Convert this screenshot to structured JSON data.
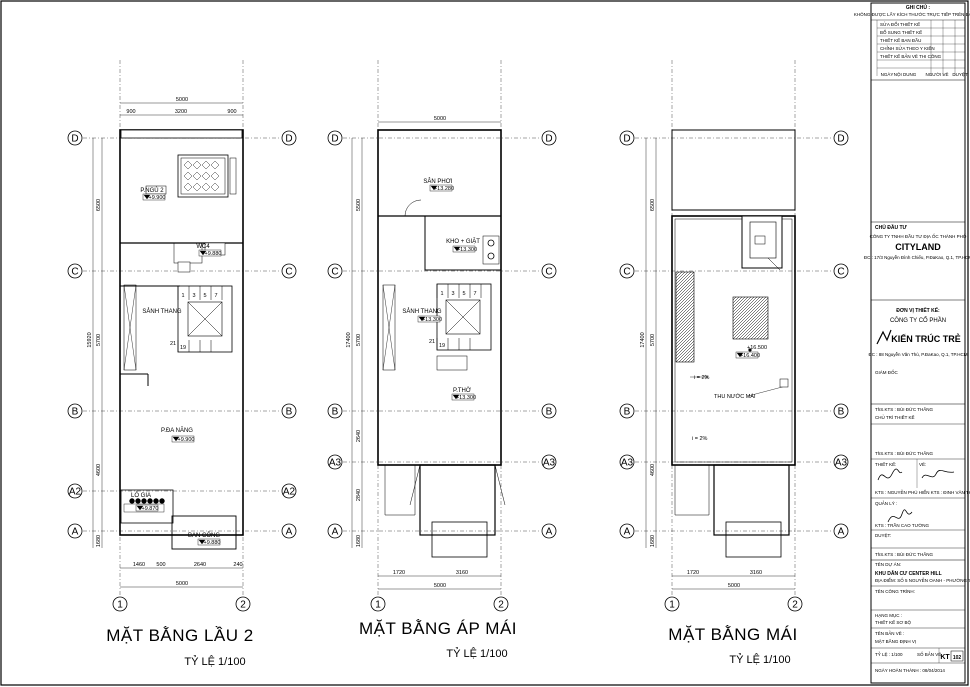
{
  "floor2": {
    "title": "MẶT BẰNG LẦU 2",
    "scale": "TỶ LỆ 1/100",
    "rooms": {
      "bedroom": "P.NGỦ 2",
      "wc": "WC4",
      "stair_hall": "SẢNH THANG",
      "multi": "P.ĐA NĂNG",
      "loggia": "LÔ GIA",
      "balcony": "BAN CÔNG"
    },
    "levels": {
      "bedroom": "+9.900",
      "wc": "+9.880",
      "multi": "+9.900",
      "loggia": "+9.870",
      "balcony": "+9.880"
    },
    "dims_top": [
      "5000",
      "900",
      "3200",
      "900"
    ],
    "dims_left": [
      "6500",
      "5700",
      "15920",
      "4600",
      "1680"
    ],
    "dims_bottom": [
      "1460",
      "500",
      "2640",
      "240",
      "5000"
    ],
    "stair_numbers": [
      "1",
      "3",
      "5",
      "7",
      "21",
      "19"
    ]
  },
  "attic": {
    "title": "MẶT BẰNG ÁP MÁI",
    "scale": "TỶ LỆ 1/100",
    "rooms": {
      "drying": "SÂN PHƠI",
      "storage": "KHO + GIẶT",
      "stair_hall": "SẢNH THANG",
      "worship": "P.THỜ"
    },
    "levels": {
      "drying": "+13.280",
      "storage": "+13.300",
      "stair_hall": "+13.300",
      "worship": "+13.300"
    },
    "dims_top": [
      "5000"
    ],
    "dims_left": [
      "5500",
      "17400",
      "5700",
      "2640",
      "2840",
      "1680"
    ],
    "dims_bottom": [
      "1720",
      "3160",
      "5000"
    ],
    "stair_numbers": [
      "1",
      "3",
      "5",
      "7",
      "21",
      "19"
    ]
  },
  "roof": {
    "title": "MẶT BẰNG MÁI",
    "scale": "TỶ LỆ 1/100",
    "level": "+16.500",
    "level_tag": "+16.400",
    "slope1": "i = 2%",
    "slope2": "i = 2%",
    "drain": "THU NƯỚC MÁI",
    "dims_left": [
      "6500",
      "17400",
      "5700",
      "4600",
      "1680"
    ],
    "dims_bottom": [
      "1720",
      "3160",
      "5000"
    ]
  },
  "axes": {
    "rows": [
      "D",
      "C",
      "B",
      "A3",
      "A2",
      "A"
    ],
    "cols": [
      "1",
      "2"
    ]
  },
  "titleblock": {
    "notes_label": "GHI CHÚ :",
    "notes_text": "KHÔNG ĐƯỢC LẤY KÍCH THƯỚC TRỰC TIẾP TRÊN BẢN VẼ",
    "rev_headers": [
      "NGÀY",
      "NỘI DUNG",
      "NGƯỜI VẼ",
      "DUYỆT"
    ],
    "rev_rows": [
      "SỬA ĐỔI THIẾT KẾ",
      "BỔ SUNG THIẾT KẾ",
      "THIẾT KẾ BAN ĐẦU",
      "CHỈNH SỬA THEO Y KIẾN",
      "THIẾT KẾ BẢN VẼ THI CÔNG"
    ],
    "owner_label": "CHỦ ĐẦU TƯ",
    "owner_company": "CÔNG TY TNHH ĐẦU TƯ ĐỊA ỐC THÀNH PHỐ",
    "owner_brand": "CITYLAND",
    "owner_address": "ĐC : 17/3 Nguyễn Đình Chiểu, P.ĐaKao, Q.1, TP.HCM",
    "designer_label": "ĐƠN VỊ THIẾT KẾ:",
    "designer_company": "CÔNG TY CỔ PHẦN",
    "designer_brand": "KIẾN TRÚC TRẺ",
    "designer_address": "ĐC : 88 Nguyễn Văn Thủ, P.ĐaKao, Q.1, TP.HCM",
    "director": "GIÁM ĐỐC",
    "designer_ks": "ThS.KTS : BÙI ĐỨC THẮNG",
    "chief_role": "CHỦ TRÌ THIẾT KẾ",
    "chief_name": "ThS.KTS : BÙI ĐỨC THẮNG",
    "team_design_label": "THIẾT KẾ:",
    "team_draw_label": "VẼ:",
    "team_names": "KTS : NGUYỄN PHÚ HIỂN KTS : ĐINH VĂN THÀNH",
    "check_label": "QUẢN LÝ :",
    "manager": "KTS : TRẦN CAO TƯỜNG",
    "approve_label": "DUYỆT:",
    "head": "ThS.KTS : BÙI ĐỨC THẮNG",
    "project_label": "TÊN DỰ ÁN:",
    "project_name": "KHU DÂN CƯ CENTER HILL",
    "project_addr": "ĐỊA ĐIỂM: SỐ 5 NGUYỄN OANH - PHƯỜNG 7 - GÒ VẤP",
    "work_label": "TÊN CÔNG TRÌNH:",
    "item_label": "HẠNG MỤC :",
    "item_value": "THIẾT KẾ SƠ BỘ",
    "sheet_label": "TÊN BẢN VẼ :",
    "sheet_value": "MẶT BẰNG ĐỊNH VỊ",
    "scale_label": "TỶ LỆ : 1/100",
    "sheet_no_label": "SỐ BẢN VẼ",
    "sheet_code": "KT",
    "sheet_no": "102",
    "date": "NGÀY HOÀN THÀNH : 08/04/2014"
  }
}
